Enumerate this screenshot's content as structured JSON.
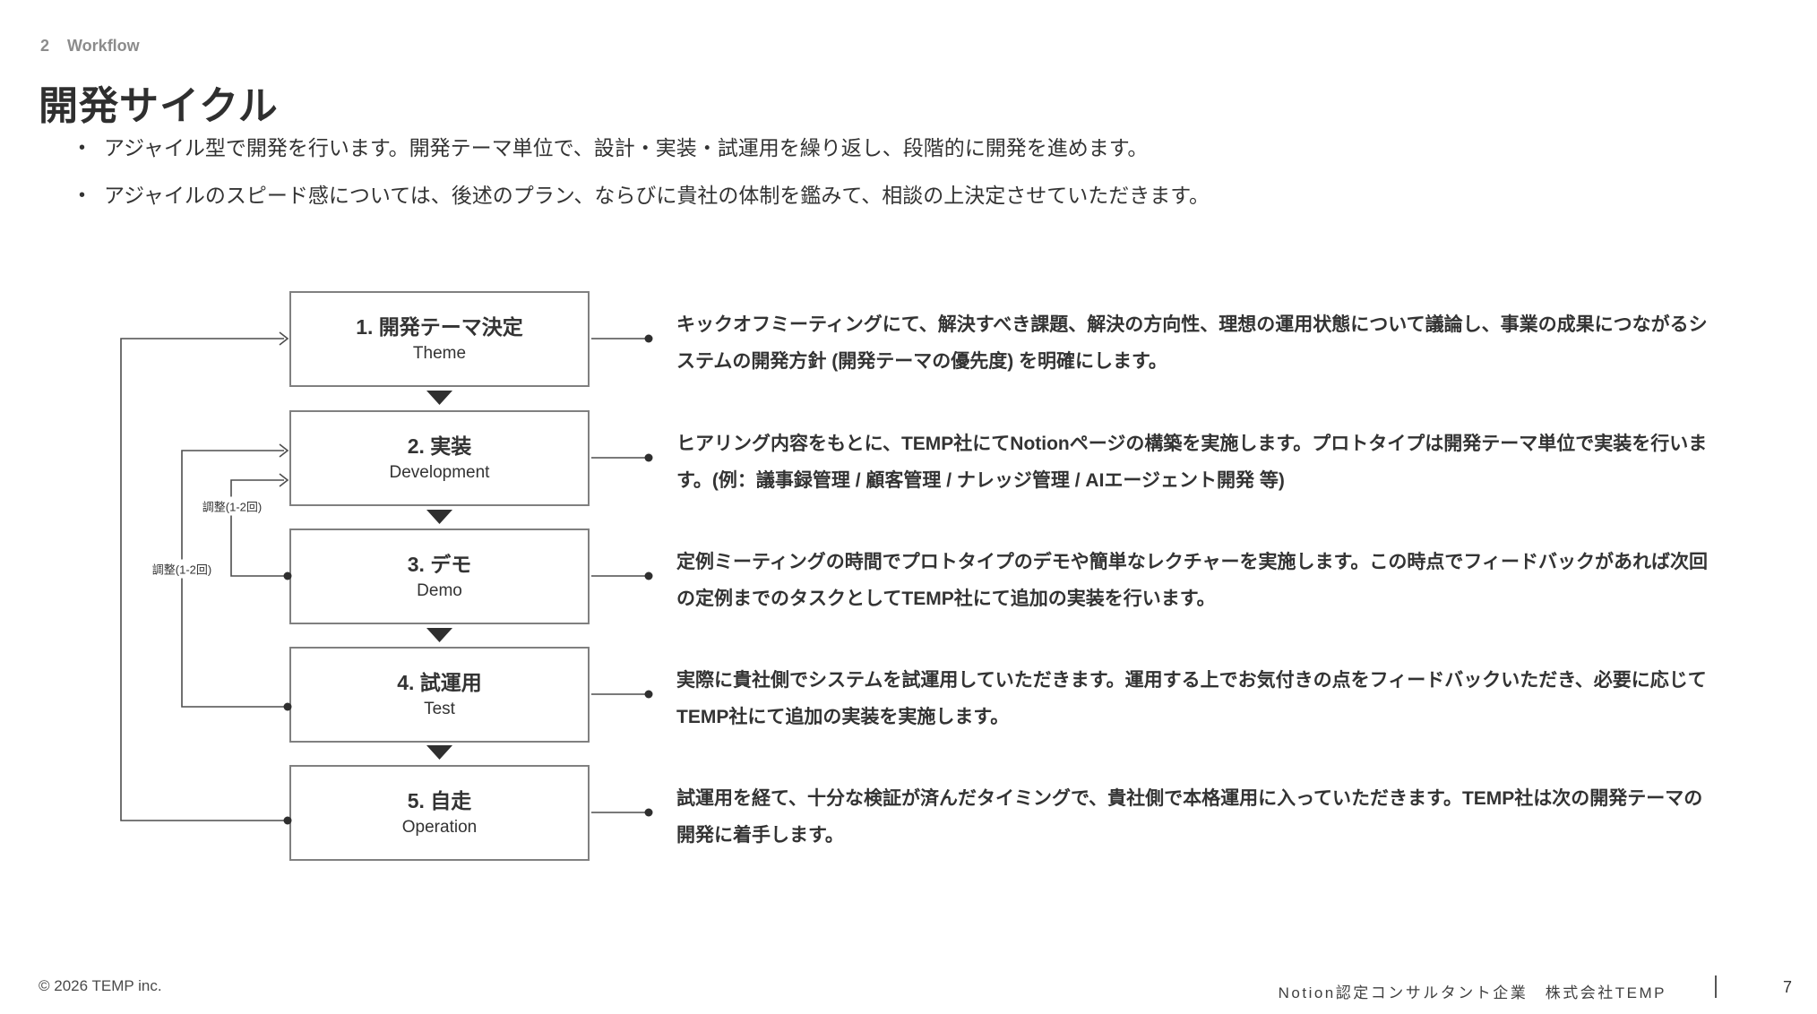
{
  "header": {
    "section_number": "2",
    "section_label": "Workflow",
    "title": "開発サイクル"
  },
  "bullets": [
    "アジャイル型で開発を行います。開発テーマ単位で、設計・実装・試運用を繰り返し、段階的に開発を進めます。",
    "アジャイルのスピード感については、後述のプラン、ならびに貴社の体制を鑑みて、相談の上決定させていただきます。"
  ],
  "flow": {
    "steps": [
      {
        "title": "1. 開発テーマ決定",
        "subtitle": "Theme",
        "description": "キックオフミーティングにて、解決すべき課題、解決の方向性、理想の運用状態について議論し、事業の成果につながるシステムの開発方針 (開発テーマの優先度) を明確にします。"
      },
      {
        "title": "2. 実装",
        "subtitle": "Development",
        "description": "ヒアリング内容をもとに、TEMP社にてNotionページの構築を実施します。プロトタイプは開発テーマ単位で実装を行います。(例：議事録管理 / 顧客管理 / ナレッジ管理 / AIエージェント開発 等)"
      },
      {
        "title": "3. デモ",
        "subtitle": "Demo",
        "description": "定例ミーティングの時間でプロトタイプのデモや簡単なレクチャーを実施します。この時点でフィードバックがあれば次回の定例までのタスクとしてTEMP社にて追加の実装を行います。"
      },
      {
        "title": "4. 試運用",
        "subtitle": "Test",
        "description": "実際に貴社側でシステムを試運用していただきます。運用する上でお気付きの点をフィードバックいただき、必要に応じてTEMP社にて追加の実装を実施します。"
      },
      {
        "title": "5. 自走",
        "subtitle": "Operation",
        "description": "試運用を経て、十分な検証が済んだタイミングで、貴社側で本格運用に入っていただきます。TEMP社は次の開発テーマの開発に着手します。"
      }
    ],
    "loop_labels": [
      "調整(1-2回)",
      "調整(1-2回)"
    ]
  },
  "footer": {
    "copyright": "© 2026 TEMP inc.",
    "company": "Notion認定コンサルタント企業　株式会社TEMP",
    "page_number": "7"
  },
  "colors": {
    "text": "#333333",
    "muted_header": "#8c8c8c",
    "box_border": "#808080",
    "connector_line": "#4d4d4d",
    "arrow_fill": "#2f2f2f"
  }
}
